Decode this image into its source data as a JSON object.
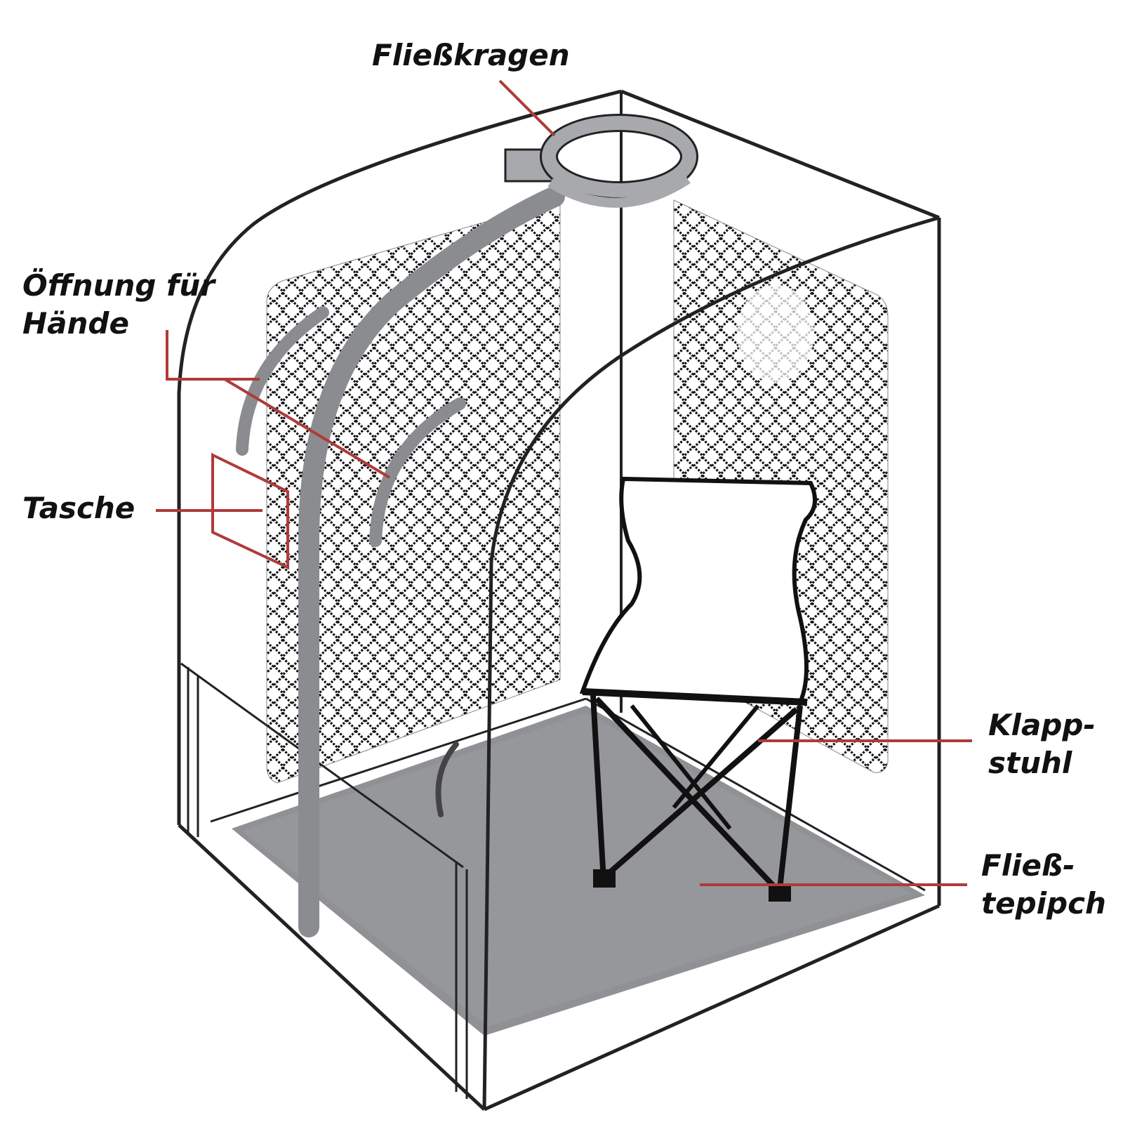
{
  "labels": {
    "collar": "Fließkragen",
    "hands": {
      "line1": "Öffnung für",
      "line2": "Hände"
    },
    "pocket": "Tasche",
    "chair": {
      "line1": "Klapp-",
      "line2": "stuhl"
    },
    "carpet": {
      "line1": "Fließ-",
      "line2": "tepipch"
    }
  },
  "colors": {
    "outline": "#222222",
    "leader": "#b03a3a",
    "floor": "#8f9194",
    "pipe": "#8a8c8f",
    "collar": "#a7a9ac",
    "lattice": "#111111"
  }
}
